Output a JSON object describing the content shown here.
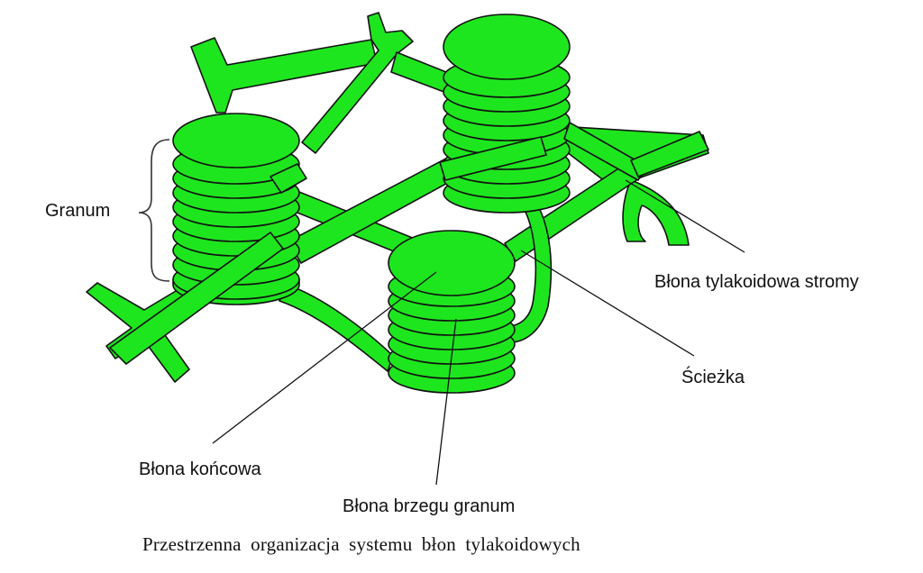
{
  "labels": {
    "granum": "Granum",
    "stroma_membrane": "Błona tylakoidowa stromy",
    "path": "Ścieżka",
    "end_membrane": "Błona końcowa",
    "edge_membrane": "Błona brzegu granum"
  },
  "caption": "Przestrzenna organizacja systemu błon tylakoidowych",
  "colors": {
    "membrane_fill": "#1ee61e",
    "outline": "#111111",
    "background": "#ffffff"
  }
}
